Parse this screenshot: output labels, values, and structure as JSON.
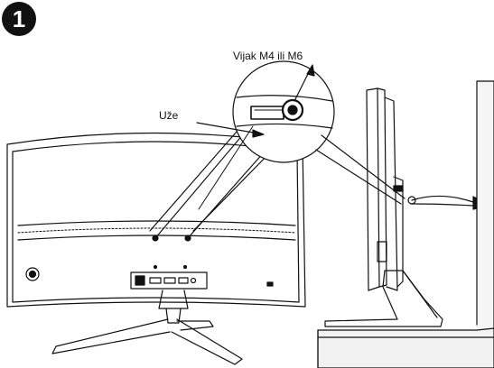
{
  "step": {
    "number": "1"
  },
  "callouts": {
    "screw": "Vijak M4 ili M6",
    "strap": "Uže"
  },
  "colors": {
    "ink": "#111111",
    "paper": "#ffffff",
    "wall": "#f2f2f2"
  }
}
